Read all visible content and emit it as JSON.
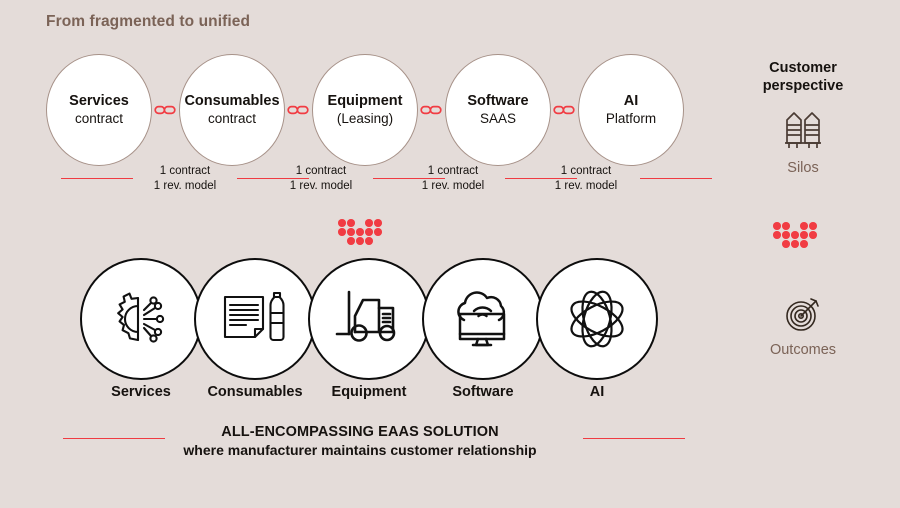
{
  "title": "From fragmented to unified",
  "colors": {
    "background": "#e4dcd9",
    "accent_red": "#ef3b42",
    "brown_text": "#7b6357",
    "ink": "#16120f",
    "top_circle_border": "#a79289",
    "bottom_circle_border": "#0d0d0d"
  },
  "top_row": {
    "nodes": [
      {
        "line1": "Services",
        "line2": "contract"
      },
      {
        "line1": "Consumables",
        "line2": "contract"
      },
      {
        "line1": "Equipment",
        "line2": "(Leasing)"
      },
      {
        "line1": "Software",
        "line2": "SAAS"
      },
      {
        "line1": "AI",
        "line2": "Platform"
      }
    ],
    "connector_icon": "chain-link-icon",
    "connector_count": 4
  },
  "annotations": [
    {
      "line1": "1 contract",
      "line2": "1 rev. model"
    },
    {
      "line1": "1 contract",
      "line2": "1 rev. model"
    },
    {
      "line1": "1 contract",
      "line2": "1 rev. model"
    },
    {
      "line1": "1 contract",
      "line2": "1 rev. model"
    }
  ],
  "chevron": {
    "icon": "chevron-dots-down-icon",
    "dot_color": "#f13c43",
    "rows": 3
  },
  "bottom_row": {
    "nodes": [
      {
        "label": "Services",
        "icon": "gear-circuit-icon"
      },
      {
        "label": "Consumables",
        "icon": "document-bottle-icon"
      },
      {
        "label": "Equipment",
        "icon": "forklift-icon"
      },
      {
        "label": "Software",
        "icon": "cloud-monitor-icon"
      },
      {
        "label": "AI",
        "icon": "atom-icon"
      }
    ]
  },
  "caption": {
    "line1": "ALL-ENCOMPASSING EAAS SOLUTION",
    "line2": "where manufacturer maintains customer relationship"
  },
  "sidebar": {
    "heading_line1": "Customer",
    "heading_line2": "perspective",
    "top": {
      "icon": "silos-icon",
      "label": "Silos"
    },
    "bottom": {
      "icon": "target-arrow-icon",
      "label": "Outcomes"
    }
  }
}
